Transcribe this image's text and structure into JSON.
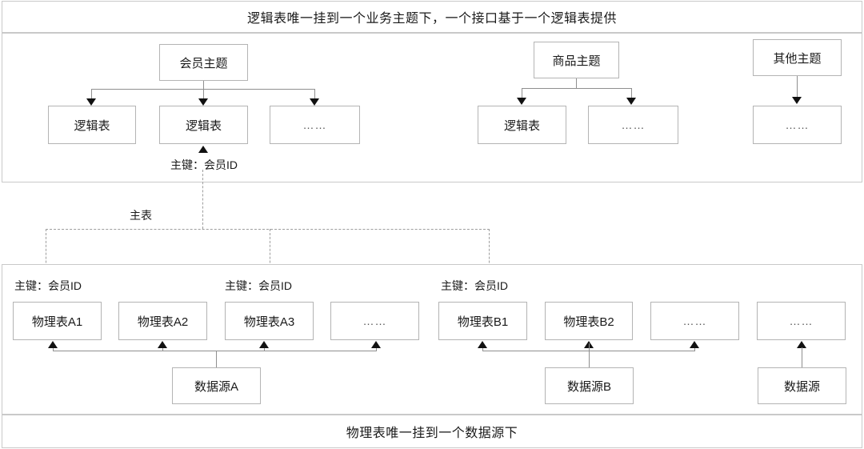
{
  "diagram": {
    "title": "逻辑表唯一挂到一个业务主题下，一个接口基于一个逻辑表提供",
    "footer": "物理表唯一挂到一个数据源下"
  },
  "upper": {
    "themes": [
      {
        "label": "会员主题"
      },
      {
        "label": "商品主题"
      },
      {
        "label": "其他主题"
      }
    ],
    "logical_tables": [
      {
        "label": "逻辑表"
      },
      {
        "label": "逻辑表"
      },
      {
        "label": "……"
      },
      {
        "label": "逻辑表"
      },
      {
        "label": "……"
      },
      {
        "label": "……"
      }
    ],
    "primary_key_label": "主键：会员ID"
  },
  "middle": {
    "main_table_label": "主表"
  },
  "lower": {
    "primary_key_labels": [
      "主键：会员ID",
      "主键：会员ID",
      "主键：会员ID"
    ],
    "physical_tables": [
      {
        "label": "物理表A1"
      },
      {
        "label": "物理表A2"
      },
      {
        "label": "物理表A3"
      },
      {
        "label": "……"
      },
      {
        "label": "物理表B1"
      },
      {
        "label": "物理表B2"
      },
      {
        "label": "……"
      },
      {
        "label": "……"
      }
    ],
    "data_sources": [
      {
        "label": "数据源A"
      },
      {
        "label": "数据源B"
      },
      {
        "label": "数据源"
      }
    ]
  },
  "colors": {
    "frame_border": "#c9c9c9",
    "node_border": "#b4b4b4",
    "connector": "#8f8f8f",
    "dashed_connector": "#9e9e9e",
    "arrow_fill": "#111111",
    "background": "#ffffff",
    "text": "#1a1a1a"
  }
}
